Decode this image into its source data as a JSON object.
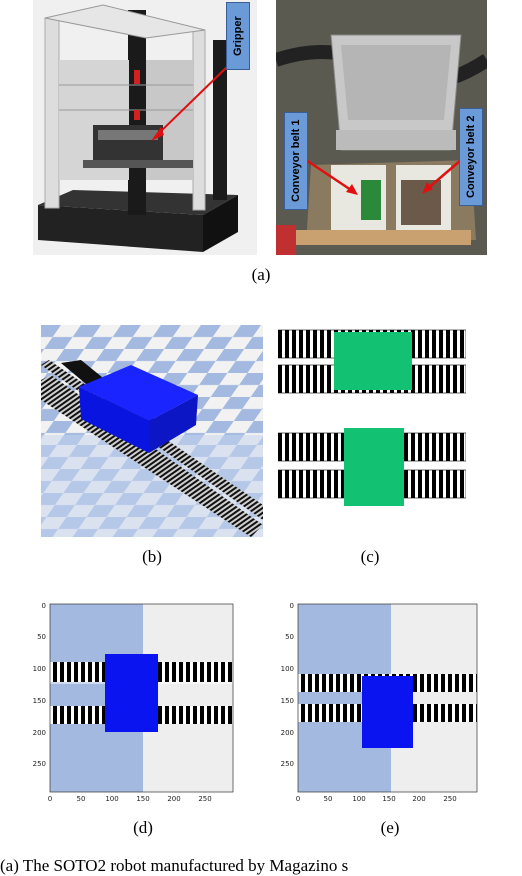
{
  "captions": {
    "a": "(a)",
    "b": "(b)",
    "c": "(c)",
    "d": "(d)",
    "e": "(e)"
  },
  "labels": {
    "gripper": "Gripper",
    "conveyor1": "Conveyor belt 1",
    "conveyor2": "Conveyor belt 2"
  },
  "figure_caption": "(a) The SOTO2 robot manufactured by Magazino s",
  "colors": {
    "box_green": "#12c172",
    "box_blue": "#0a14f0",
    "floor_blue": "#a3b9e0",
    "floor_light": "#eeeeee",
    "label_blue": "#6a9ad8"
  },
  "plots": {
    "d": {
      "x_ticks": [
        "0",
        "50",
        "100",
        "150",
        "200",
        "250"
      ],
      "y_ticks": [
        "0",
        "50",
        "100",
        "150",
        "200",
        "250"
      ]
    },
    "e": {
      "x_ticks": [
        "0",
        "50",
        "100",
        "150",
        "200",
        "250"
      ],
      "y_ticks": [
        "0",
        "50",
        "100",
        "150",
        "200",
        "250"
      ]
    }
  }
}
